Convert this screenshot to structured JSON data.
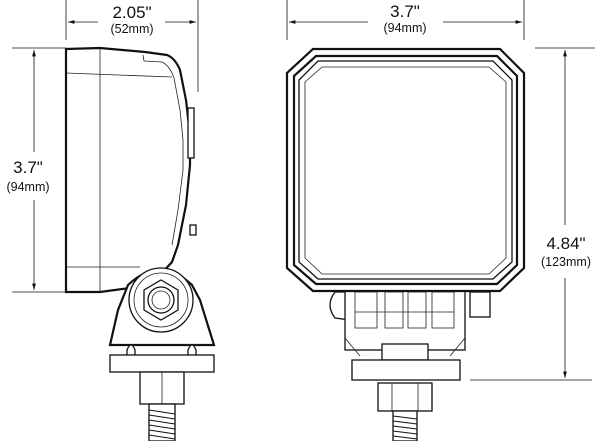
{
  "side_view": {
    "width_dimension": {
      "inches": "2.05\"",
      "mm": "(52mm)"
    },
    "height_dimension": {
      "inches": "3.7\"",
      "mm": "(94mm)"
    }
  },
  "front_view": {
    "width_dimension": {
      "inches": "3.7\"",
      "mm": "(94mm)"
    },
    "height_dimension": {
      "inches": "4.84\"",
      "mm": "(123mm)"
    }
  },
  "line_color": "#111111",
  "background_color": "#ffffff"
}
